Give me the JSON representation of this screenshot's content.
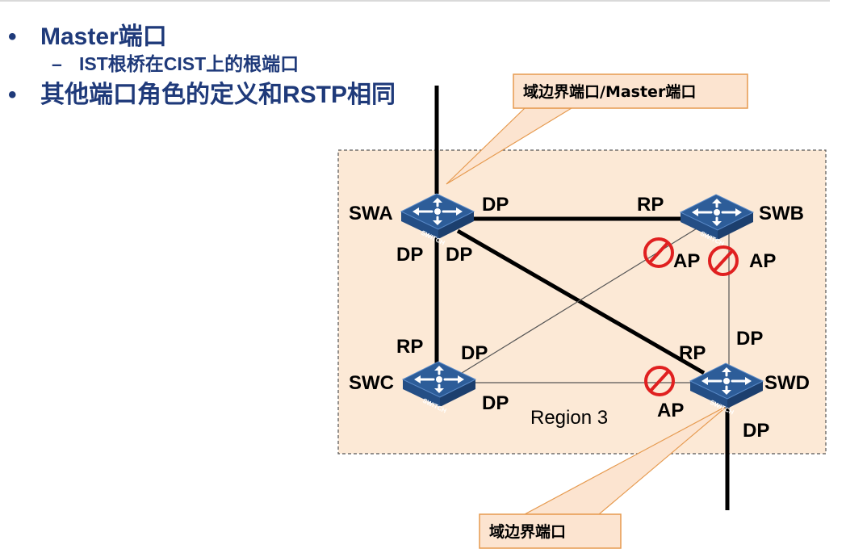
{
  "bullets": {
    "item1": "Master端口",
    "item1_sub": "IST根桥在CIST上的根端口",
    "item2": "其他端口角色的定义和RSTP相同"
  },
  "diagram": {
    "callout_top": "域边界端口/Master端口",
    "callout_bottom": "域边界端口",
    "region_label": "Region 3",
    "switch_icon_text": "SWITCH",
    "switches": {
      "swa": "SWA",
      "swb": "SWB",
      "swc": "SWC",
      "swd": "SWD"
    },
    "ports": {
      "swa_right": "DP",
      "swa_down": "DP",
      "swa_diag": "DP",
      "swb_left": "RP",
      "swb_ap1": "AP",
      "swb_ap2": "AP",
      "swc_up": "RP",
      "swc_diag": "DP",
      "swc_right": "DP",
      "swd_up": "DP",
      "swd_diag": "RP",
      "swd_left": "AP",
      "swd_down": "DP"
    },
    "colors": {
      "region_fill": "#FCE9D6",
      "callout_fill": "#FCE4D0",
      "callout_border": "#E69A4F",
      "switch_blue": "#3A6FB0",
      "blocked_red": "#E02020",
      "title_blue": "#1F3A7A"
    }
  }
}
